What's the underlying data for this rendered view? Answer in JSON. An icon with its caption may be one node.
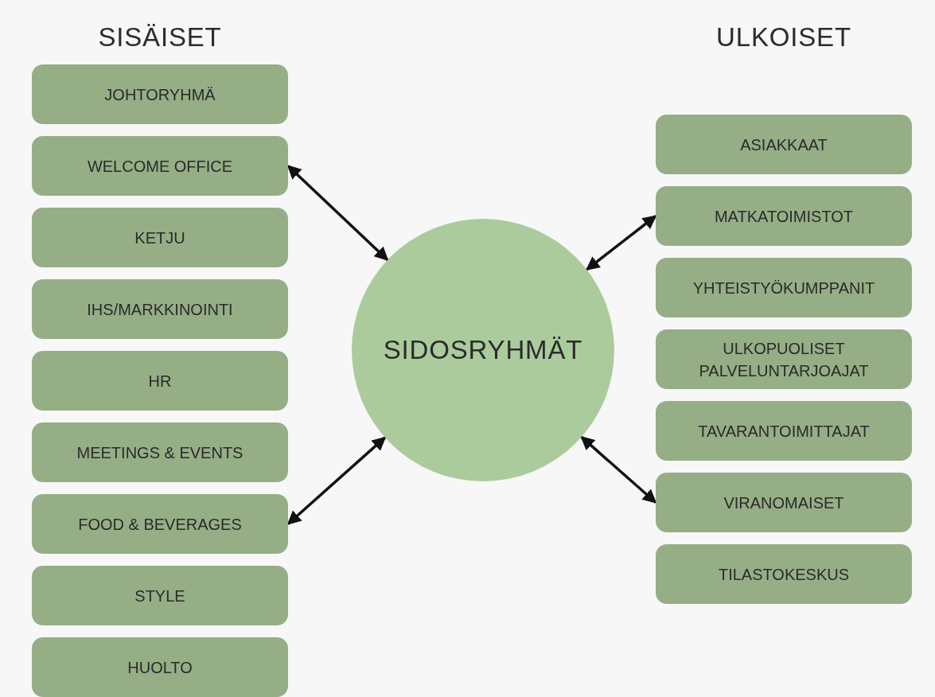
{
  "diagram": {
    "nodes": [
      {
        "text": [
          "SIDOSRYHMÄT"
        ]
      },
      {
        "text": [
          "JOHTORYHMÄ"
        ]
      },
      {
        "text": [
          "WELCOME OFFICE"
        ]
      },
      {
        "text": [
          "KETJU"
        ]
      },
      {
        "text": [
          "IHS/MARKKINOINTI"
        ]
      },
      {
        "text": [
          "HR"
        ]
      },
      {
        "text": [
          "MEETINGS & EVENTS"
        ]
      },
      {
        "text": [
          "FOOD & BEVERAGES"
        ]
      },
      {
        "text": [
          "STYLE"
        ]
      },
      {
        "text": [
          "HUOLTO"
        ]
      },
      {
        "text": [
          "ASIAKKAAT"
        ]
      },
      {
        "text": [
          "MATKATOIMISTOT"
        ]
      },
      {
        "text": [
          "YHTEISTYÖKUMPPANIT"
        ]
      },
      {
        "text": [
          "ULKOPUOLISET PALVELUNTARJOAJAT"
        ]
      },
      {
        "text": [
          "TAVARANTOIMITTAJAT"
        ]
      },
      {
        "text": [
          "VIRANOMAISET"
        ]
      },
      {
        "text": [
          "TILASTOKESKUS"
        ]
      }
    ],
    "edges": [
      {
        "from": 2,
        "to": 0,
        "arrow": "both"
      },
      {
        "from": 7,
        "to": 0,
        "arrow": "both"
      },
      {
        "from": 0,
        "to": 11,
        "arrow": "both"
      },
      {
        "from": 0,
        "to": 15,
        "arrow": "both"
      }
    ],
    "labels": [
      "SISÄISET",
      "ULKOISET"
    ]
  }
}
